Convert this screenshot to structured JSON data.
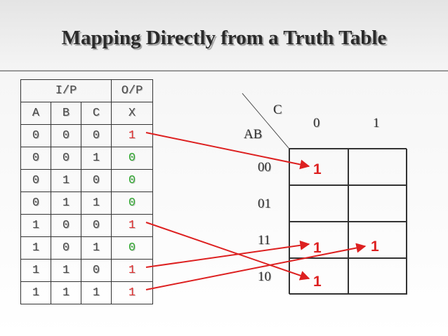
{
  "title": "Mapping Directly from a Truth Table",
  "truth_table": {
    "group_inputs": "I/P",
    "group_outputs": "O/P",
    "columns": [
      "A",
      "B",
      "C",
      "X"
    ],
    "rows": [
      [
        "0",
        "0",
        "0",
        "1"
      ],
      [
        "0",
        "0",
        "1",
        "0"
      ],
      [
        "0",
        "1",
        "0",
        "0"
      ],
      [
        "0",
        "1",
        "1",
        "0"
      ],
      [
        "1",
        "0",
        "0",
        "1"
      ],
      [
        "1",
        "0",
        "1",
        "0"
      ],
      [
        "1",
        "1",
        "0",
        "1"
      ],
      [
        "1",
        "1",
        "1",
        "1"
      ]
    ]
  },
  "kmap": {
    "col_var": "C",
    "row_var": "AB",
    "col_labels": [
      "0",
      "1"
    ],
    "row_labels": [
      "00",
      "01",
      "11",
      "10"
    ],
    "values": [
      "1",
      "1",
      "1",
      "1"
    ]
  },
  "colors": {
    "one": "#e03030",
    "zero": "#2fa82f",
    "arrow": "#dd2020"
  }
}
